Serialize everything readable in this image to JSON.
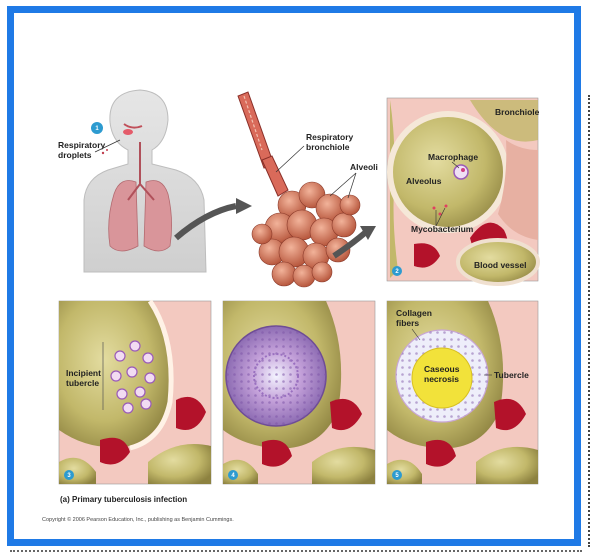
{
  "labels": {
    "respiratory_droplets": [
      "Respiratory",
      "droplets"
    ],
    "respiratory_bronchiole": [
      "Respiratory",
      "bronchiole"
    ],
    "alveoli": "Alveoli",
    "bronchiole": "Bronchiole",
    "macrophage": "Macrophage",
    "alveolus": "Alveolus",
    "mycobacterium": "Mycobacterium",
    "blood_vessel": "Blood vessel",
    "incipient_tubercle": [
      "Incipient",
      "tubercle"
    ],
    "collagen_fibers": [
      "Collagen",
      "fibers"
    ],
    "caseous_necrosis": [
      "Caseous",
      "necrosis"
    ],
    "tubercle": "Tubercle"
  },
  "steps": [
    "1",
    "2",
    "3",
    "4",
    "5"
  ],
  "caption": "(a) Primary tuberculosis infection",
  "copyright": "Copyright © 2006 Pearson Education, Inc., publishing as Benjamin Cummings.",
  "colors": {
    "frame_blue": "#1f7ae6",
    "alveolus_olive": "#b3a85a",
    "tissue_pink": "#f3c9c0",
    "blood_red": "#b3122a",
    "lung_pink": "#d9959a"
  }
}
